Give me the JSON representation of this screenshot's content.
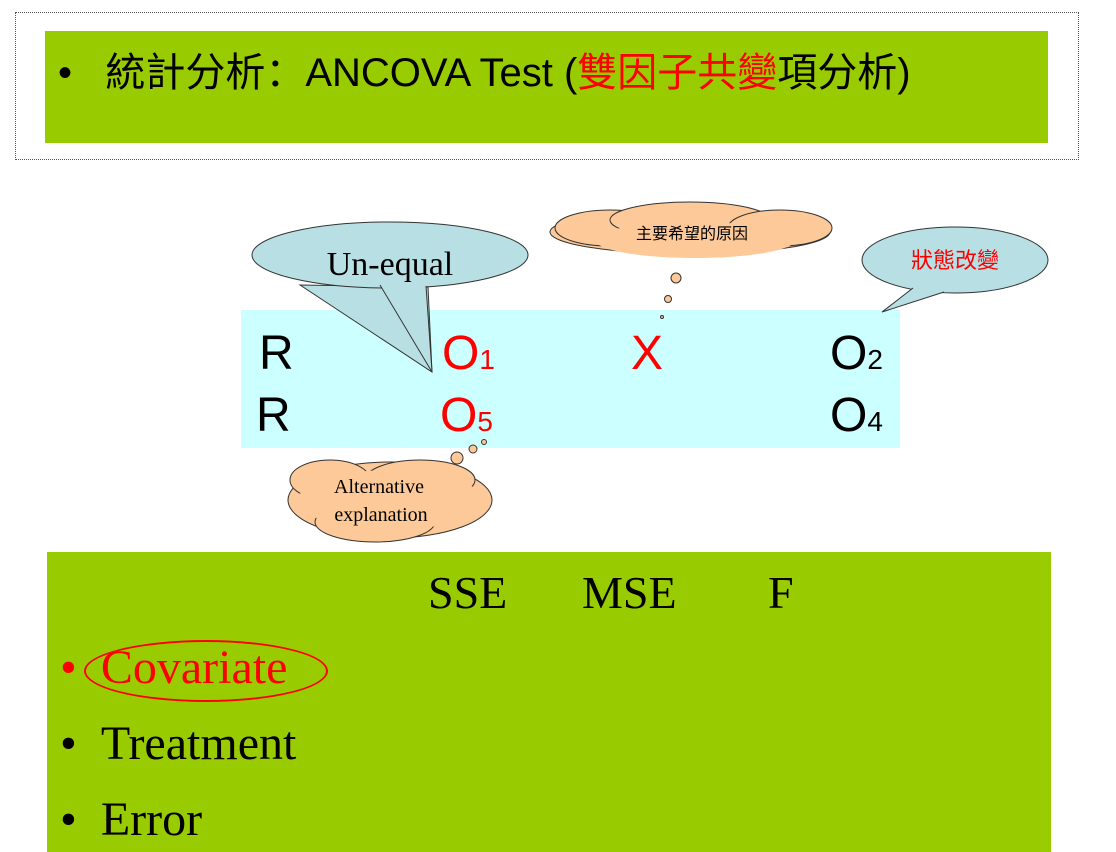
{
  "title": {
    "bullet": "•",
    "prefix": "統計分析：ANCOVA Test (",
    "highlight": "雙因子共變",
    "suffix": "項分析)"
  },
  "design": {
    "row1": {
      "r": "R",
      "o1": "O",
      "o1_sub": "1",
      "x": "X",
      "o2": "O",
      "o2_sub": "2"
    },
    "row2": {
      "r": "R",
      "o5": "O",
      "o5_sub": "5",
      "o4": "O",
      "o4_sub": "4"
    }
  },
  "callouts": {
    "unequal": "Un-equal",
    "main_reason": "主要希望的原因",
    "state_change": "狀態改變",
    "alt_line1": "Alternative",
    "alt_line2": "explanation"
  },
  "table": {
    "headers": [
      "SSE",
      "MSE",
      "F"
    ],
    "bullet": "•",
    "items": [
      "Covariate",
      "Treatment",
      "Error"
    ]
  },
  "colors": {
    "green": "#99cc00",
    "cyan": "#ccffff",
    "red": "#ff0000",
    "callout_teal": "#b8dfe3",
    "cloud": "#fdc998"
  }
}
